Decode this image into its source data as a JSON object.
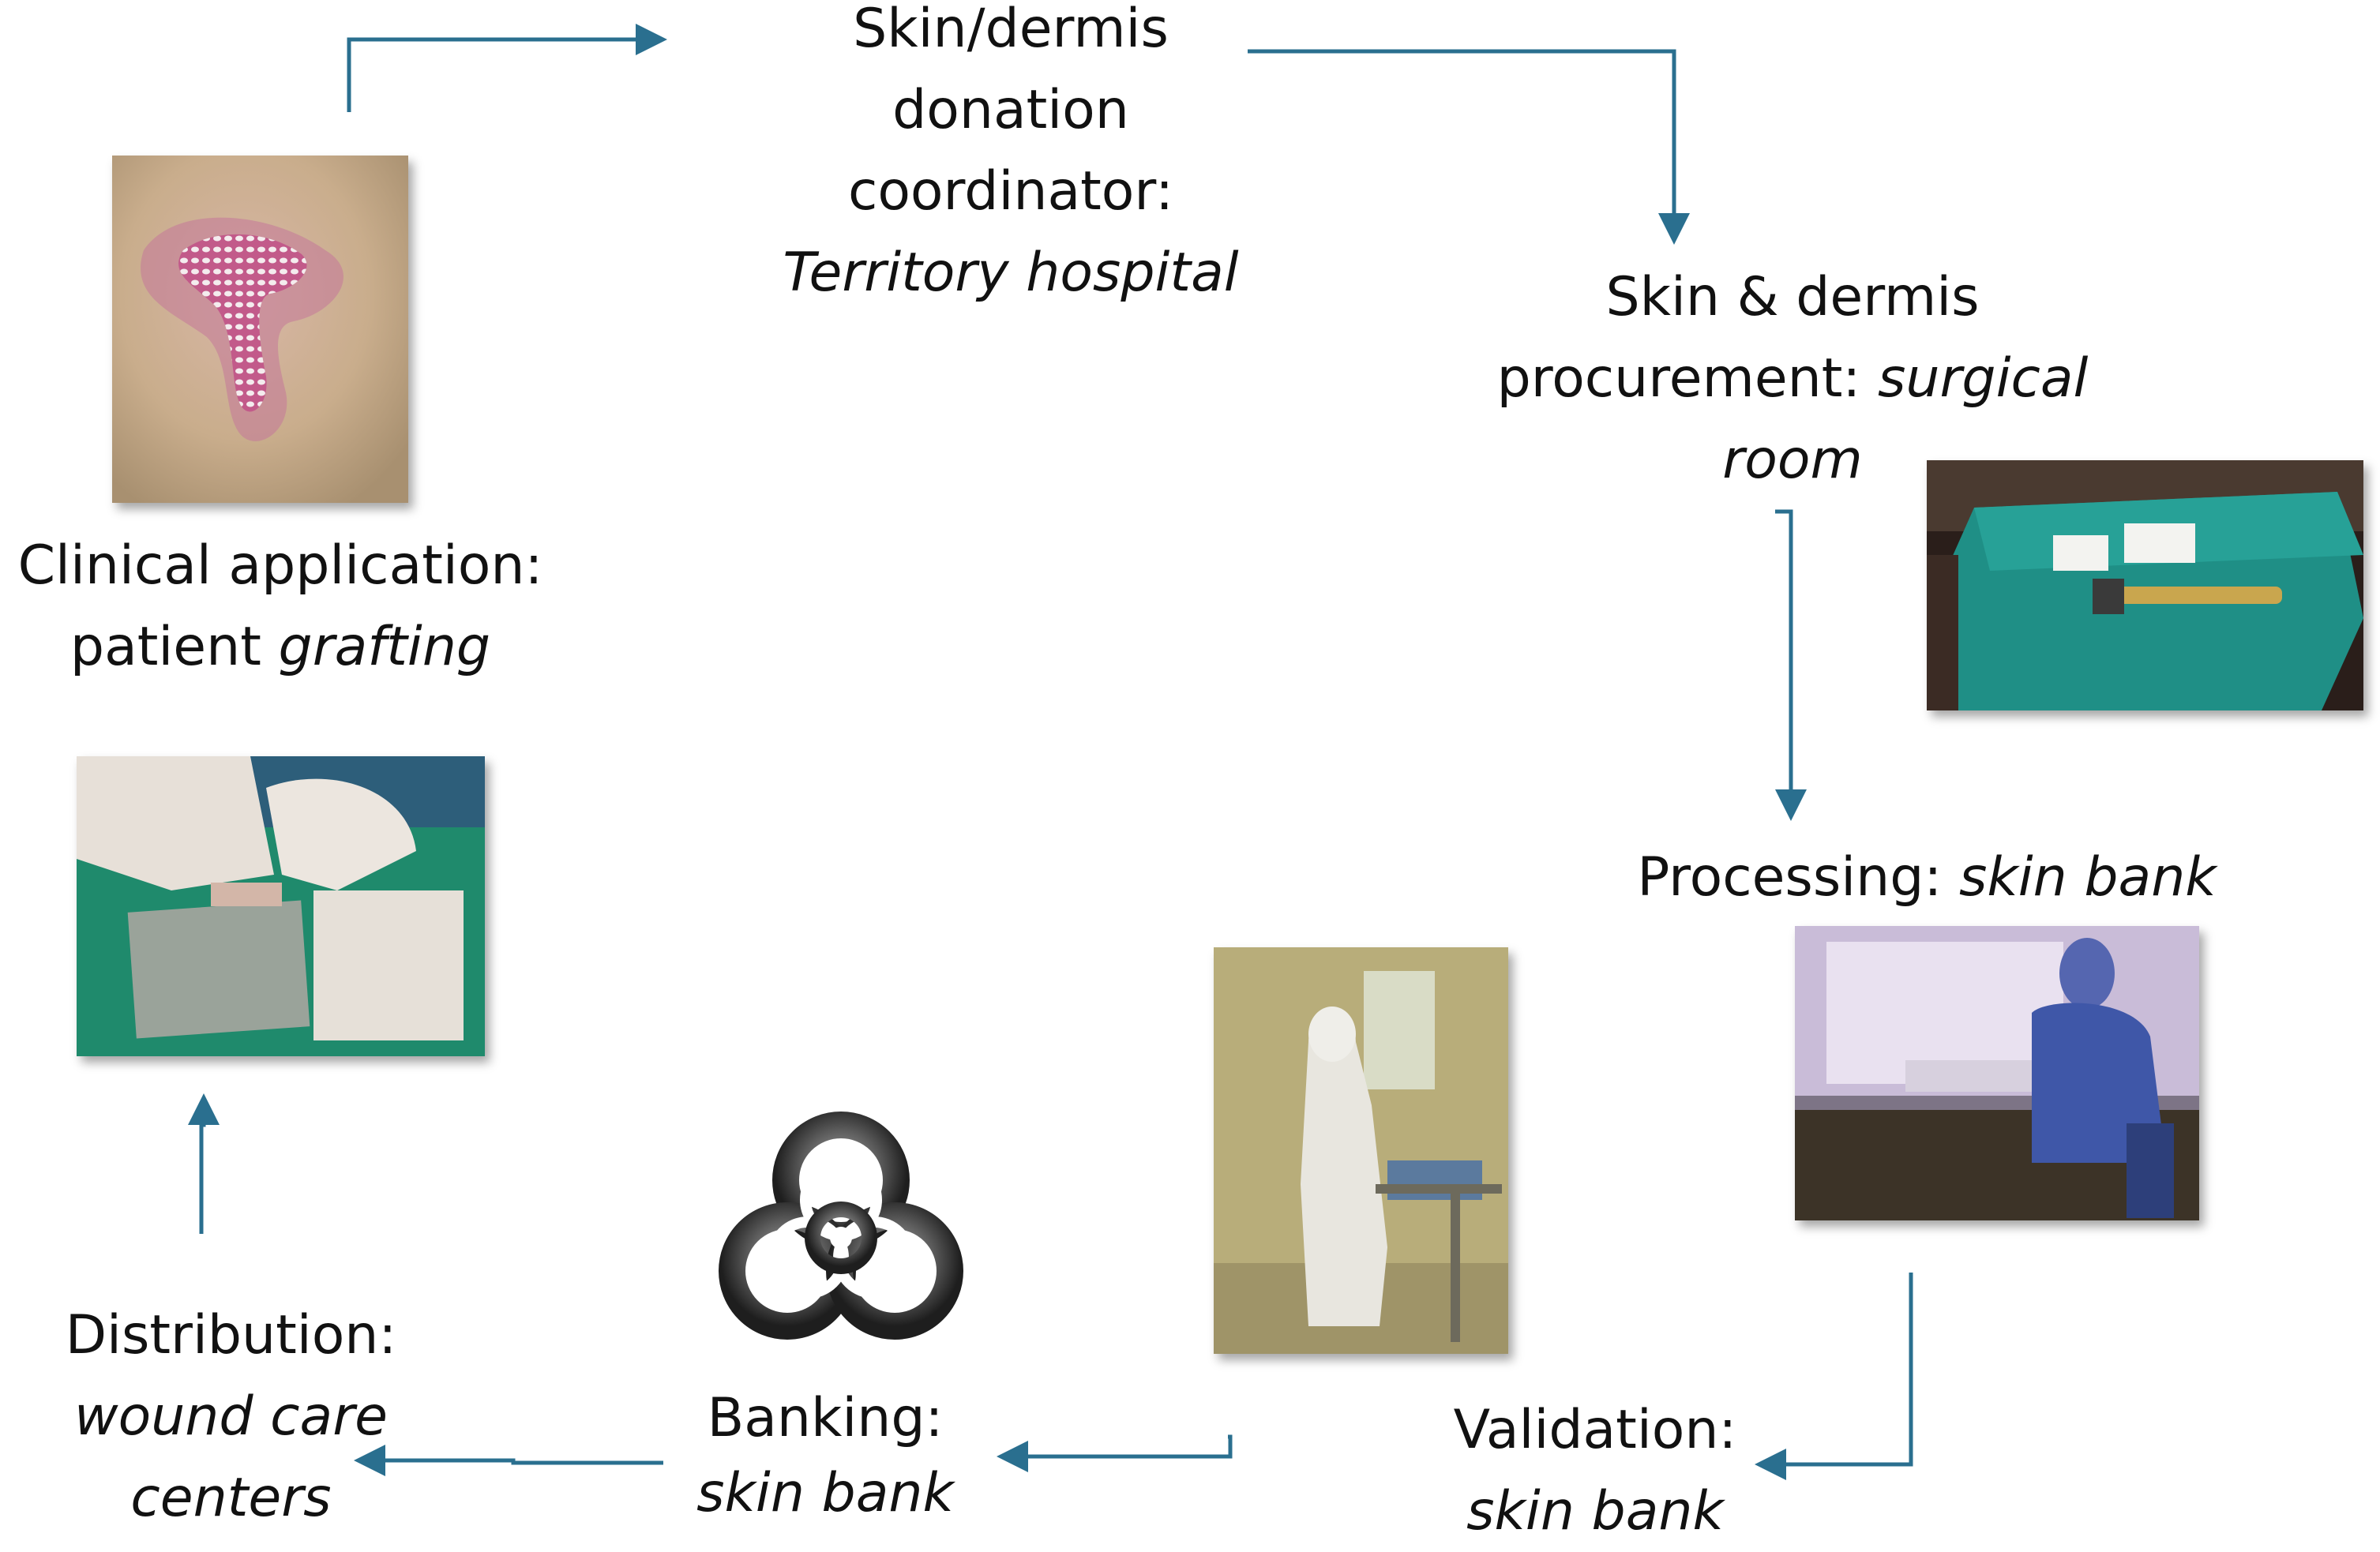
{
  "colors": {
    "arrow": "#2a6f8f",
    "text": "#111111",
    "background": "#ffffff"
  },
  "steps": {
    "donation": {
      "line1": "Skin/dermis",
      "line2": "donation",
      "line3": "coordinator:",
      "line4_italic": "Territory hospital"
    },
    "procurement": {
      "line1": "Skin & dermis",
      "line2_normal": "procurement: ",
      "line2_italic": "surgical",
      "line3_italic": "room"
    },
    "processing": {
      "line1_normal": "Processing: ",
      "line1_italic": "skin bank"
    },
    "validation": {
      "line1": "Validation:",
      "line2_italic": "skin bank"
    },
    "banking": {
      "line1": "Banking:",
      "line2_italic": "skin bank"
    },
    "distribution": {
      "line1": "Distribution:",
      "line2_italic": "wound care",
      "line3_italic": "centers"
    },
    "clinical": {
      "line1": "Clinical application:",
      "line2_normal": "patient ",
      "line2_italic": "grafting"
    }
  },
  "images": {
    "graft": "meshed-skin-graft-photo",
    "surgical_room": "surgical-instruments-photo",
    "processing": "laminar-flow-hood-photo",
    "validation": "cleanroom-operator-photo",
    "banking": "biohazard-icon",
    "grafting": "grafting-hands-photo"
  }
}
